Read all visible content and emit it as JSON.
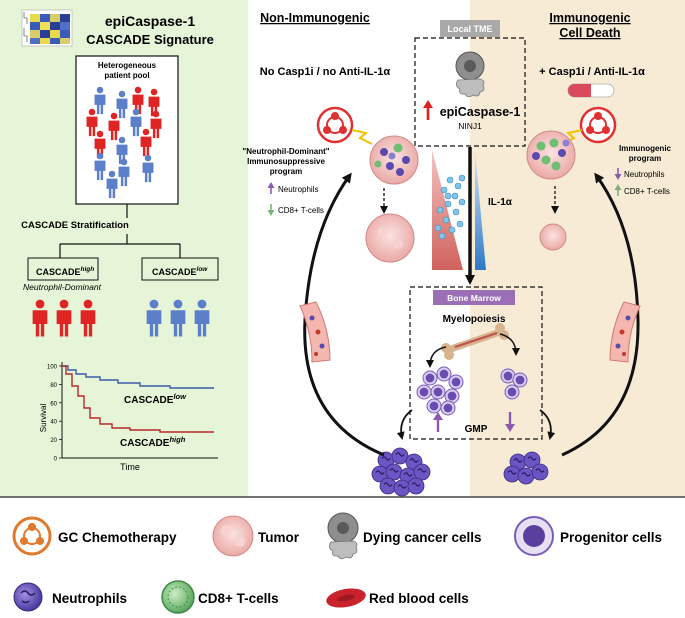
{
  "left_panel": {
    "title_line1": "epiCaspase-1",
    "title_line2": "CASCADE Signature",
    "pool_label_line1": "Heterogeneous",
    "pool_label_line2": "patient pool",
    "stratification_label": "CASCADE Stratification",
    "high_group_label": "CASCADE",
    "high_group_sup": "high",
    "high_group_sub": "Neutrophil-Dominant",
    "low_group_label": "CASCADE",
    "low_group_sup": "low",
    "km": {
      "ylabel": "Survival",
      "xlabel": "Time",
      "ticks": [
        "100",
        "80",
        "60",
        "40",
        "20",
        "0"
      ],
      "low_label": "CASCADE",
      "low_sup": "low",
      "high_label": "CASCADE",
      "high_sup": "high",
      "low_color": "#3c5da8",
      "high_color": "#b52a2a"
    }
  },
  "center": {
    "left_header": "Non-Immunogenic",
    "right_header_line1": "Immunogenic",
    "right_header_line2": "Cell Death",
    "no_treatment": "No Casp1i / no Anti-IL-1α",
    "treatment": "+ Casp1i  / Anti-IL-1α",
    "local_tme": "Local TME",
    "epicasp": "epiCaspase-1",
    "ninj1": "NINJ1",
    "il1a": "IL-1α",
    "neutro_dominant_line1": "\"Neutrophil-Dominant\"",
    "neutro_dominant_line2": "Immunosuppressive",
    "neutro_dominant_line3": "program",
    "left_neutrophils": "Neutrophils",
    "left_cd8": "CD8+ T-cells",
    "immunogenic_line1": "Immunogenic",
    "immunogenic_line2": "program",
    "right_neutrophils": "Neutrophils",
    "right_cd8": "CD8+ T-cells",
    "bone_marrow": "Bone Marrow",
    "myelopoiesis": "Myelopoiesis",
    "gmp": "GMP"
  },
  "legend": {
    "chemo": "GC Chemotherapy",
    "tumor": "Tumor",
    "dying": "Dying cancer cells",
    "progenitor": "Progenitor cells",
    "neutrophils": "Neutrophils",
    "cd8": "CD8+ T-cells",
    "rbc": "Red blood cells"
  },
  "colors": {
    "left_bg": "#e6f4d7",
    "right_bg": "#f7ebd6",
    "patient_red": "#e02424",
    "patient_blue": "#5b7fc9",
    "up_arrow_red": "#e0201c",
    "bone_marrow_purple": "#9b6fb5",
    "chemo_orange": "#e07a2e"
  }
}
